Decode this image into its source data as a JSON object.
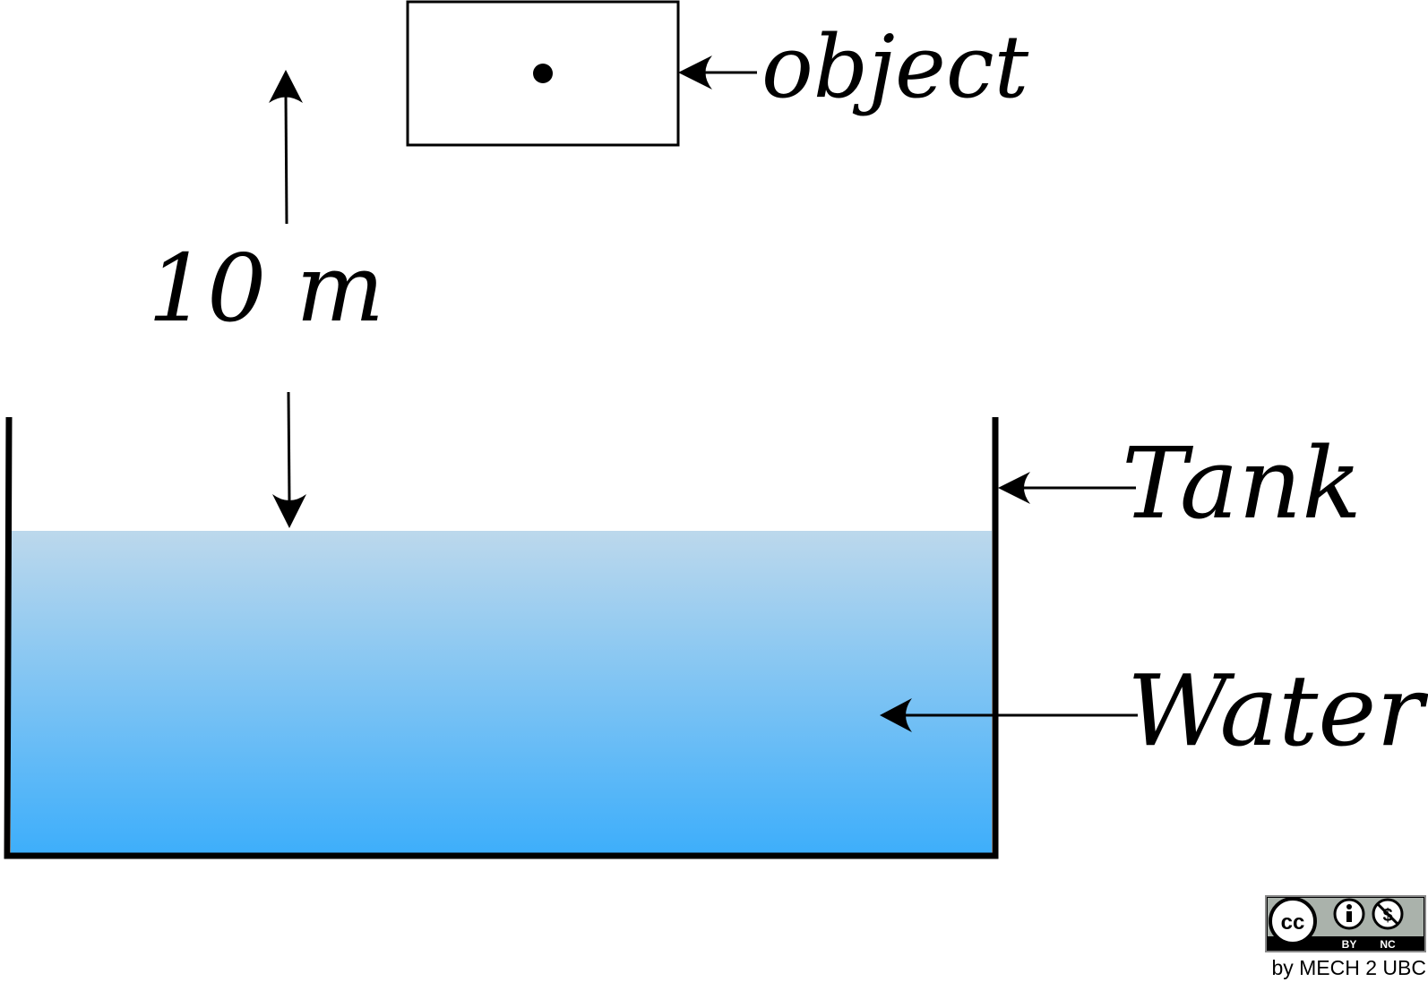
{
  "diagram": {
    "labels": {
      "object": "object",
      "height": "10 m",
      "tank": "Tank",
      "water": "Water"
    },
    "colors": {
      "water_top": "#bcd8ec",
      "water_bottom": "#3daefb",
      "stroke": "#000000"
    }
  },
  "license": {
    "cc_mark": "cc",
    "by_label": "BY",
    "nc_label": "NC",
    "credit": "by MECH 2 UBC",
    "icons": [
      "cc-icon",
      "attribution-icon",
      "non-commercial-icon"
    ]
  }
}
